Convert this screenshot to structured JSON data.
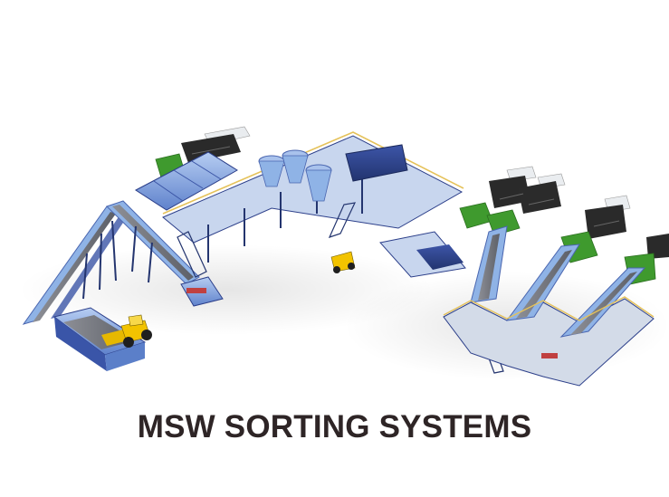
{
  "caption": "MSW SORTING SYSTEMS",
  "illustration": {
    "subject": "3D rendering of a municipal solid waste sorting plant",
    "components": [
      "infeed-conveyor",
      "bag-opener",
      "wheel-loader",
      "trommel-screen",
      "cyclone-separators",
      "air-classifier",
      "optical-sorter",
      "elevated-walkways",
      "stairs",
      "forklift",
      "inclined-conveyors",
      "collection-containers",
      "trucks"
    ],
    "colors": {
      "machine_light_blue": "#8fb3e6",
      "machine_mid_blue": "#5b7fc9",
      "machine_dark_blue": "#2c3f8a",
      "railing_yellow": "#e5c25a",
      "container_green": "#3f9a2e",
      "truck_black": "#2a2a2a",
      "vehicle_yellow": "#f2c300",
      "caption_text": "#2e2526"
    }
  }
}
